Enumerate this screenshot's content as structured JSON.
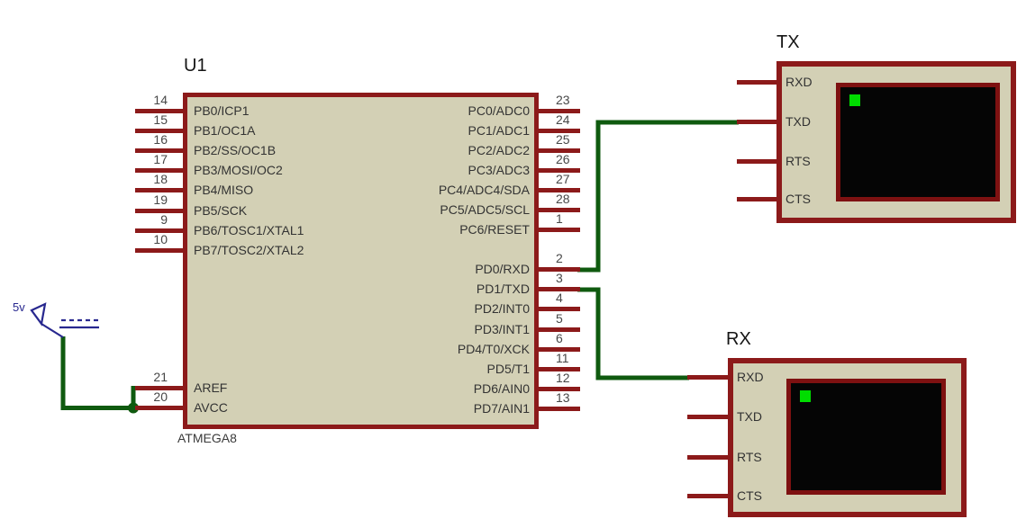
{
  "chip": {
    "ref_label": "U1",
    "part_label": "ATMEGA8",
    "left_pins": [
      {
        "num": "14",
        "label": "PB0/ICP1"
      },
      {
        "num": "15",
        "label": "PB1/OC1A"
      },
      {
        "num": "16",
        "label": "PB2/SS/OC1B"
      },
      {
        "num": "17",
        "label": "PB3/MOSI/OC2"
      },
      {
        "num": "18",
        "label": "PB4/MISO"
      },
      {
        "num": "19",
        "label": "PB5/SCK"
      },
      {
        "num": "9",
        "label": "PB6/TOSC1/XTAL1"
      },
      {
        "num": "10",
        "label": "PB7/TOSC2/XTAL2"
      }
    ],
    "right_pins_top": [
      {
        "num": "23",
        "label": "PC0/ADC0"
      },
      {
        "num": "24",
        "label": "PC1/ADC1"
      },
      {
        "num": "25",
        "label": "PC2/ADC2"
      },
      {
        "num": "26",
        "label": "PC3/ADC3"
      },
      {
        "num": "27",
        "label": "PC4/ADC4/SDA"
      },
      {
        "num": "28",
        "label": "PC5/ADC5/SCL"
      },
      {
        "num": "1",
        "label": "PC6/RESET"
      }
    ],
    "right_pins_bottom": [
      {
        "num": "2",
        "label": "PD0/RXD"
      },
      {
        "num": "3",
        "label": "PD1/TXD"
      },
      {
        "num": "4",
        "label": "PD2/INT0"
      },
      {
        "num": "5",
        "label": "PD3/INT1"
      },
      {
        "num": "6",
        "label": "PD4/T0/XCK"
      },
      {
        "num": "11",
        "label": "PD5/T1"
      },
      {
        "num": "12",
        "label": "PD6/AIN0"
      },
      {
        "num": "13",
        "label": "PD7/AIN1"
      }
    ],
    "power_pins": [
      {
        "num": "21",
        "label": "AREF"
      },
      {
        "num": "20",
        "label": "AVCC"
      }
    ]
  },
  "power_source": {
    "label": "5v"
  },
  "tx_terminal": {
    "title": "TX",
    "pins": [
      {
        "label": "RXD"
      },
      {
        "label": "TXD"
      },
      {
        "label": "RTS"
      },
      {
        "label": "CTS"
      }
    ]
  },
  "rx_terminal": {
    "title": "RX",
    "pins": [
      {
        "label": "RXD"
      },
      {
        "label": "TXD"
      },
      {
        "label": "RTS"
      },
      {
        "label": "CTS"
      }
    ]
  },
  "colors": {
    "comp-fill": "#d3d0b5",
    "comp-border": "#8c1a1a",
    "wire": "#0f5a0f",
    "screen-bg": "#050505",
    "screen-border": "#7e1111",
    "cursor": "#00dd00",
    "navy": "#28288f"
  }
}
